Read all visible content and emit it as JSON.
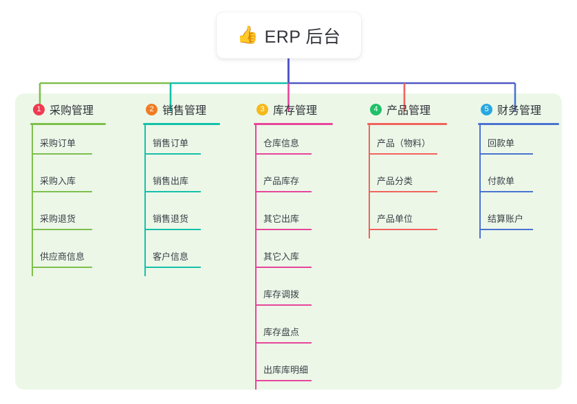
{
  "root": {
    "icon": "thumbs-up-emoji",
    "emoji": "👍",
    "title": "ERP 后台"
  },
  "palette": {
    "panel_bg": "#ecf7e8",
    "card_bg": "#ffffff",
    "text": "#2f3238",
    "bus_left": "#7dbf4b",
    "bus_mid": "#14c0a8",
    "bus_right": "#5257c4"
  },
  "columns": [
    {
      "index": "1",
      "title": "采购管理",
      "badge_color": "#ef3b52",
      "line_color": "#7dbf4b",
      "items": [
        "采购订单",
        "采购入库",
        "采购退货",
        "供应商信息"
      ]
    },
    {
      "index": "2",
      "title": "销售管理",
      "badge_color": "#f07c24",
      "line_color": "#14c0a8",
      "items": [
        "销售订单",
        "销售出库",
        "销售退货",
        "客户信息"
      ]
    },
    {
      "index": "3",
      "title": "库存管理",
      "badge_color": "#f5b91a",
      "line_color": "#e8449a",
      "items": [
        "仓库信息",
        "产品库存",
        "其它出库",
        "其它入库",
        "库存调拨",
        "库存盘点",
        "出库库明细"
      ]
    },
    {
      "index": "4",
      "title": "产品管理",
      "badge_color": "#1fc067",
      "line_color": "#f2615c",
      "items": [
        "产品（物料）",
        "产品分类",
        "产品单位"
      ]
    },
    {
      "index": "5",
      "title": "财务管理",
      "badge_color": "#29a8e0",
      "line_color": "#4a72cf",
      "items": [
        "回款单",
        "付款单",
        "结算账户"
      ]
    }
  ]
}
